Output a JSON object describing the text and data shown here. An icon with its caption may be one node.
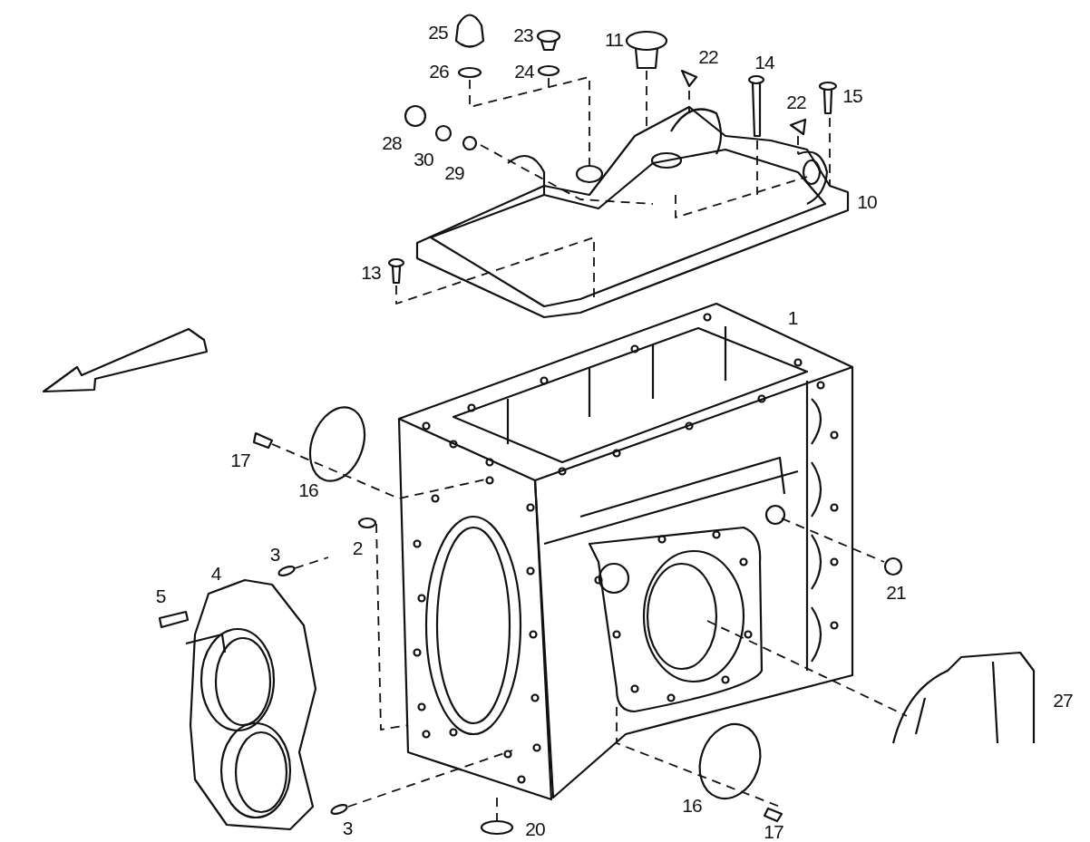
{
  "diagram": {
    "labels": [
      "25",
      "23",
      "11",
      "22",
      "14",
      "26",
      "24",
      "22",
      "15",
      "28",
      "30",
      "29",
      "10",
      "13",
      "1",
      "17",
      "16",
      "2",
      "3",
      "4",
      "5",
      "21",
      "27",
      "16",
      "3",
      "20",
      "17"
    ]
  }
}
